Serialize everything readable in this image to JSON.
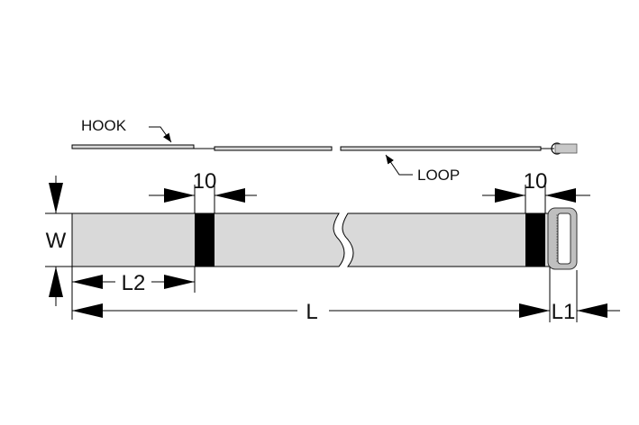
{
  "labels": {
    "hook": "HOOK",
    "loop": "LOOP",
    "width": "W",
    "band_left": "10",
    "band_right": "10",
    "length_l2": "L2",
    "length_l": "L",
    "length_l1": "L1"
  },
  "colors": {
    "strap_fill": "#d9d9d9",
    "band_fill": "#000000",
    "buckle_fill": "#bfbfbf",
    "line": "#000000"
  }
}
